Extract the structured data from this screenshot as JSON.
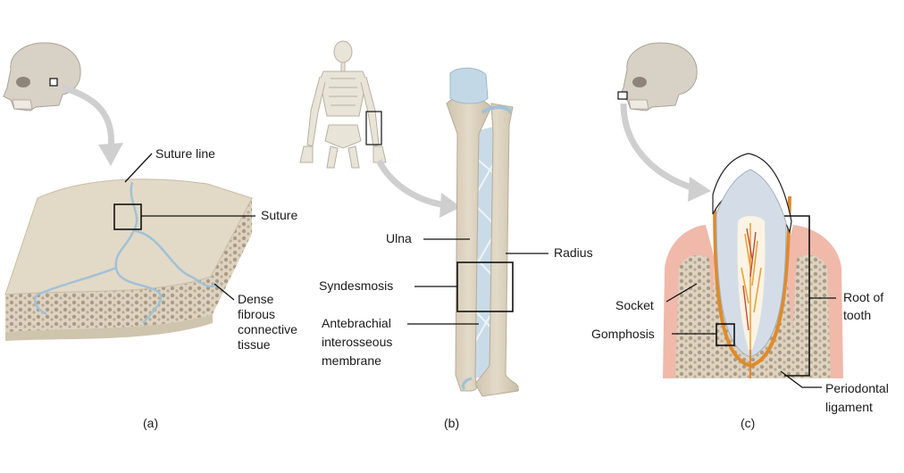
{
  "panels": {
    "a": {
      "caption": "(a)",
      "labels": {
        "suture_line": "Suture line",
        "suture": "Suture",
        "dense": [
          "Dense",
          "fibrous",
          "connective",
          "tissue"
        ]
      }
    },
    "b": {
      "caption": "(b)",
      "labels": {
        "ulna": "Ulna",
        "radius": "Radius",
        "syndesmosis": "Syndesmosis",
        "membrane": [
          "Antebrachial",
          "interosseous",
          "membrane"
        ]
      }
    },
    "c": {
      "caption": "(c)",
      "labels": {
        "socket": "Socket",
        "gomphosis": "Gomphosis",
        "root": [
          "Root of",
          "tooth"
        ],
        "periodontal": [
          "Periodontal",
          "ligament"
        ]
      }
    }
  },
  "colors": {
    "bone": "#d9cfbd",
    "bone_shadow": "#bfb39e",
    "spongy": "#e6ddcc",
    "suture_blue": "#9fc1d8",
    "gum": "#f0b9aa",
    "dentin": "#d7dfe8",
    "pulp": "#fbf3e4",
    "ligament": "#e08a2a",
    "arrow_gray": "#cfcfcf"
  }
}
